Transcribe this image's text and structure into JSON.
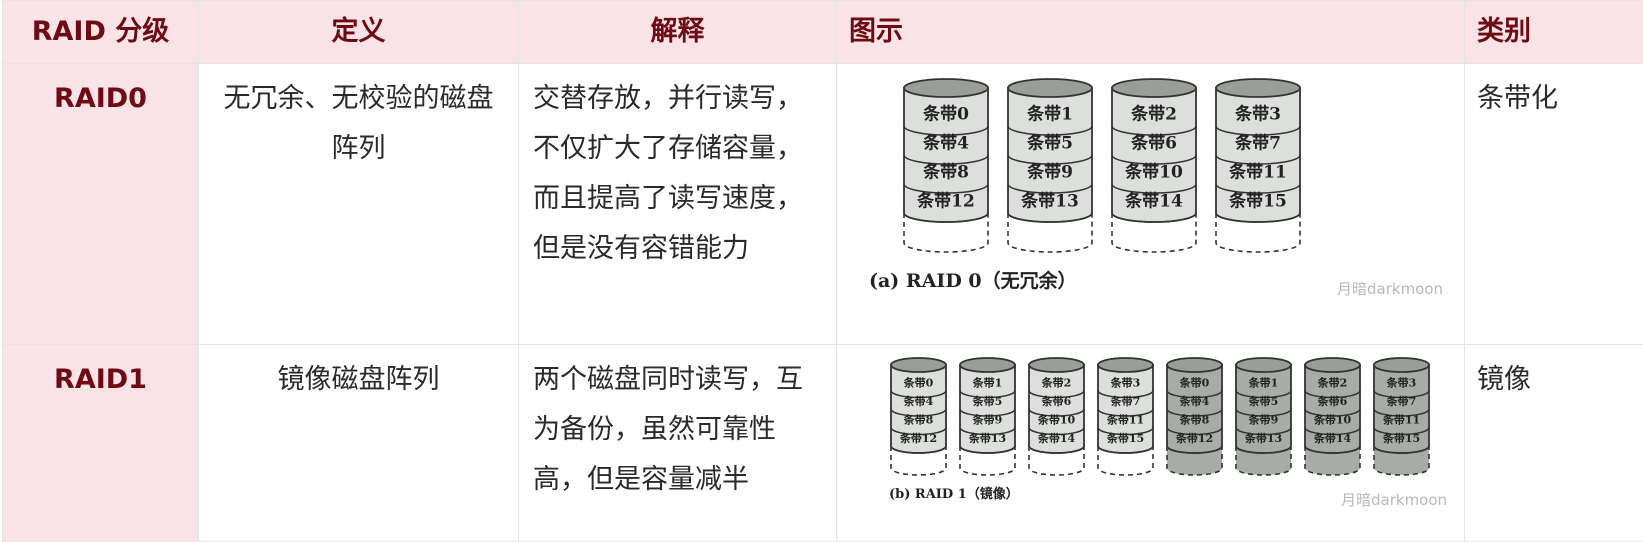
{
  "headers": [
    "RAID 分级",
    "定义",
    "解释",
    "图示",
    "类别"
  ],
  "rows": [
    {
      "level": "RAID0",
      "definition": "无冗余、无校验的磁盘阵列",
      "explanation": "交替存放，并行读写，不仅扩大了存储容量，而且提高了读写速度，但是没有容错能力",
      "category": "条带化",
      "figure": {
        "caption": "(a) RAID 0（无冗余）",
        "watermark": "月暗darkmoon",
        "disks": [
          {
            "stripes": [
              "条带0",
              "条带4",
              "条带8",
              "条带12"
            ],
            "mirror": false
          },
          {
            "stripes": [
              "条带1",
              "条带5",
              "条带9",
              "条带13"
            ],
            "mirror": false
          },
          {
            "stripes": [
              "条带2",
              "条带6",
              "条带10",
              "条带14"
            ],
            "mirror": false
          },
          {
            "stripes": [
              "条带3",
              "条带7",
              "条带11",
              "条带15"
            ],
            "mirror": false
          }
        ]
      }
    },
    {
      "level": "RAID1",
      "definition": "镜像磁盘阵列",
      "explanation": "两个磁盘同时读写，互为备份，虽然可靠性高，但是容量减半",
      "category": "镜像",
      "figure": {
        "caption": "(b) RAID 1（镜像）",
        "watermark": "月暗darkmoon",
        "disks": [
          {
            "stripes": [
              "条带0",
              "条带4",
              "条带8",
              "条带12"
            ],
            "mirror": false
          },
          {
            "stripes": [
              "条带1",
              "条带5",
              "条带9",
              "条带13"
            ],
            "mirror": false
          },
          {
            "stripes": [
              "条带2",
              "条带6",
              "条带10",
              "条带14"
            ],
            "mirror": false
          },
          {
            "stripes": [
              "条带3",
              "条带7",
              "条带11",
              "条带15"
            ],
            "mirror": false
          },
          {
            "stripes": [
              "条带0",
              "条带4",
              "条带8",
              "条带12"
            ],
            "mirror": true
          },
          {
            "stripes": [
              "条带1",
              "条带5",
              "条带9",
              "条带13"
            ],
            "mirror": true
          },
          {
            "stripes": [
              "条带2",
              "条带6",
              "条带10",
              "条带14"
            ],
            "mirror": true
          },
          {
            "stripes": [
              "条带3",
              "条带7",
              "条带11",
              "条带15"
            ],
            "mirror": true
          }
        ]
      }
    }
  ],
  "colors": {
    "header_bg": "#fae3e6",
    "header_text": "#6e0a14",
    "stripe": "#dcdfdb",
    "mirror": "#a7ada6",
    "disk_top": "#9a9e99"
  }
}
